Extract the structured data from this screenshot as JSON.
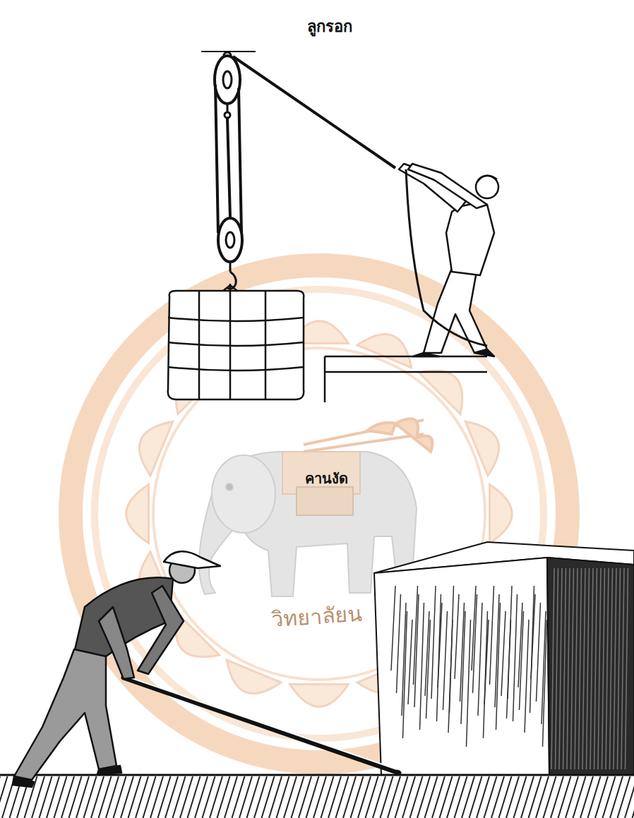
{
  "diagram": {
    "labels": [
      "ลูกรอก",
      "คานงัด",
      "วิทยาลัยน"
    ]
  }
}
